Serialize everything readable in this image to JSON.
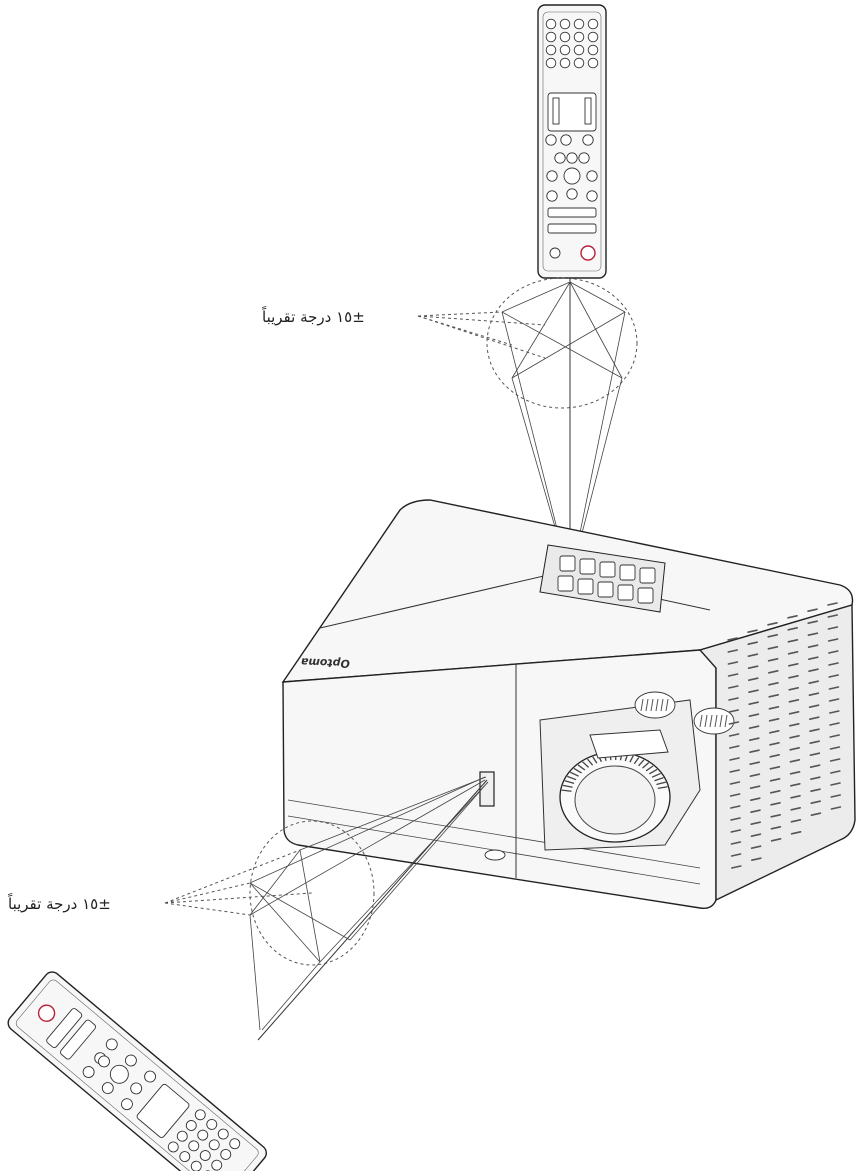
{
  "annotations": {
    "top_angle": "±١٥ درجة تقريباً",
    "bottom_angle": "±١٥ درجة تقريباً"
  },
  "projector": {
    "brand_logo": "Optoma"
  },
  "colors": {
    "line": "#333333",
    "power_button": "#b8203a",
    "background": "#ffffff"
  }
}
